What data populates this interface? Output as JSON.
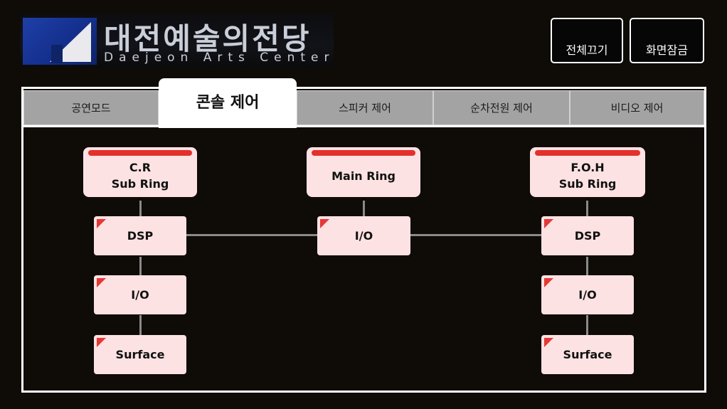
{
  "logo": {
    "korean": "대전예술의전당",
    "english": "Daejeon Arts Center"
  },
  "header_buttons": {
    "all_off": "전체끄기",
    "screen_lock": "화면잠금"
  },
  "tabs": [
    {
      "label": "공연모드",
      "active": false
    },
    {
      "label": "콘솔 제어",
      "active": true
    },
    {
      "label": "스피커 제어",
      "active": false
    },
    {
      "label": "순차전원 제어",
      "active": false
    },
    {
      "label": "비디오 제어",
      "active": false
    }
  ],
  "diagram": {
    "cr_ring": "C.R\nSub Ring",
    "main_ring": "Main Ring",
    "foh_ring": "F.O.H\nSub Ring",
    "left": {
      "dsp": "DSP",
      "io": "I/O",
      "surface": "Surface"
    },
    "center": {
      "io": "I/O"
    },
    "right": {
      "dsp": "DSP",
      "io": "I/O",
      "surface": "Surface"
    }
  },
  "colors": {
    "background": "#0f0b07",
    "node_fill": "#fde2e3",
    "alert_red": "#e4302b",
    "tab_gray": "#a3a3a3",
    "connector": "#8a8a8a"
  }
}
